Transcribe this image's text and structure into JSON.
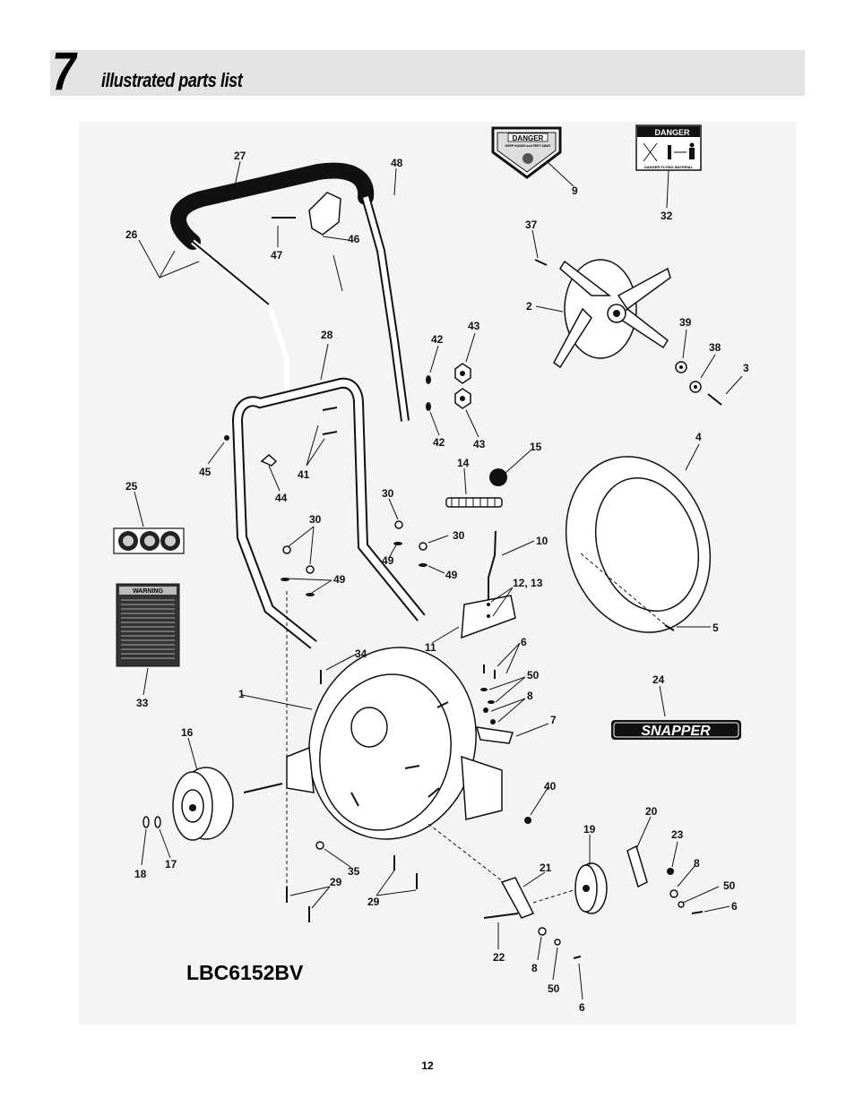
{
  "section": {
    "number": "7",
    "title": "illustrated parts list"
  },
  "model": "LBC6152BV",
  "page_number": "12",
  "decals": {
    "danger_keep_hands": {
      "title": "DANGER",
      "subtitle": "KEEP HANDS and FEET AWAY"
    },
    "danger_flying": {
      "title": "DANGER",
      "subtitle": "DANGER FLYING MATERIAL"
    },
    "warning": {
      "title": "WARNING"
    },
    "brand": "SNAPPER"
  },
  "callouts": [
    {
      "id": "c27",
      "text": "27"
    },
    {
      "id": "c48",
      "text": "48"
    },
    {
      "id": "c26",
      "text": "26"
    },
    {
      "id": "c47",
      "text": "47"
    },
    {
      "id": "c46",
      "text": "46"
    },
    {
      "id": "c9",
      "text": "9"
    },
    {
      "id": "c32",
      "text": "32"
    },
    {
      "id": "c37",
      "text": "37"
    },
    {
      "id": "c2",
      "text": "2"
    },
    {
      "id": "c39",
      "text": "39"
    },
    {
      "id": "c38",
      "text": "38"
    },
    {
      "id": "c3",
      "text": "3"
    },
    {
      "id": "c28",
      "text": "28"
    },
    {
      "id": "c42a",
      "text": "42"
    },
    {
      "id": "c43a",
      "text": "43"
    },
    {
      "id": "c42b",
      "text": "42"
    },
    {
      "id": "c43b",
      "text": "43"
    },
    {
      "id": "c45",
      "text": "45"
    },
    {
      "id": "c41",
      "text": "41"
    },
    {
      "id": "c44",
      "text": "44"
    },
    {
      "id": "c14",
      "text": "14"
    },
    {
      "id": "c15",
      "text": "15"
    },
    {
      "id": "c4",
      "text": "4"
    },
    {
      "id": "c25",
      "text": "25"
    },
    {
      "id": "c30a",
      "text": "30"
    },
    {
      "id": "c30b",
      "text": "30"
    },
    {
      "id": "c30c",
      "text": "30"
    },
    {
      "id": "c49a",
      "text": "49"
    },
    {
      "id": "c49b",
      "text": "49"
    },
    {
      "id": "c49c",
      "text": "49"
    },
    {
      "id": "c10",
      "text": "10"
    },
    {
      "id": "c1213",
      "text": "12, 13"
    },
    {
      "id": "c11",
      "text": "11"
    },
    {
      "id": "c5",
      "text": "5"
    },
    {
      "id": "c33",
      "text": "33"
    },
    {
      "id": "c34",
      "text": "34"
    },
    {
      "id": "c6a",
      "text": "6"
    },
    {
      "id": "c50a",
      "text": "50"
    },
    {
      "id": "c8a",
      "text": "8"
    },
    {
      "id": "c24",
      "text": "24"
    },
    {
      "id": "c1",
      "text": "1"
    },
    {
      "id": "c7",
      "text": "7"
    },
    {
      "id": "c16",
      "text": "16"
    },
    {
      "id": "c40",
      "text": "40"
    },
    {
      "id": "c20",
      "text": "20"
    },
    {
      "id": "c19",
      "text": "19"
    },
    {
      "id": "c23",
      "text": "23"
    },
    {
      "id": "c18",
      "text": "18"
    },
    {
      "id": "c17",
      "text": "17"
    },
    {
      "id": "c35",
      "text": "35"
    },
    {
      "id": "c21",
      "text": "21"
    },
    {
      "id": "c8b",
      "text": "8"
    },
    {
      "id": "c29a",
      "text": "29"
    },
    {
      "id": "c29b",
      "text": "29"
    },
    {
      "id": "c50b",
      "text": "50"
    },
    {
      "id": "c6b",
      "text": "6"
    },
    {
      "id": "c22",
      "text": "22"
    },
    {
      "id": "c8c",
      "text": "8"
    },
    {
      "id": "c50c",
      "text": "50"
    },
    {
      "id": "c6c",
      "text": "6"
    }
  ]
}
